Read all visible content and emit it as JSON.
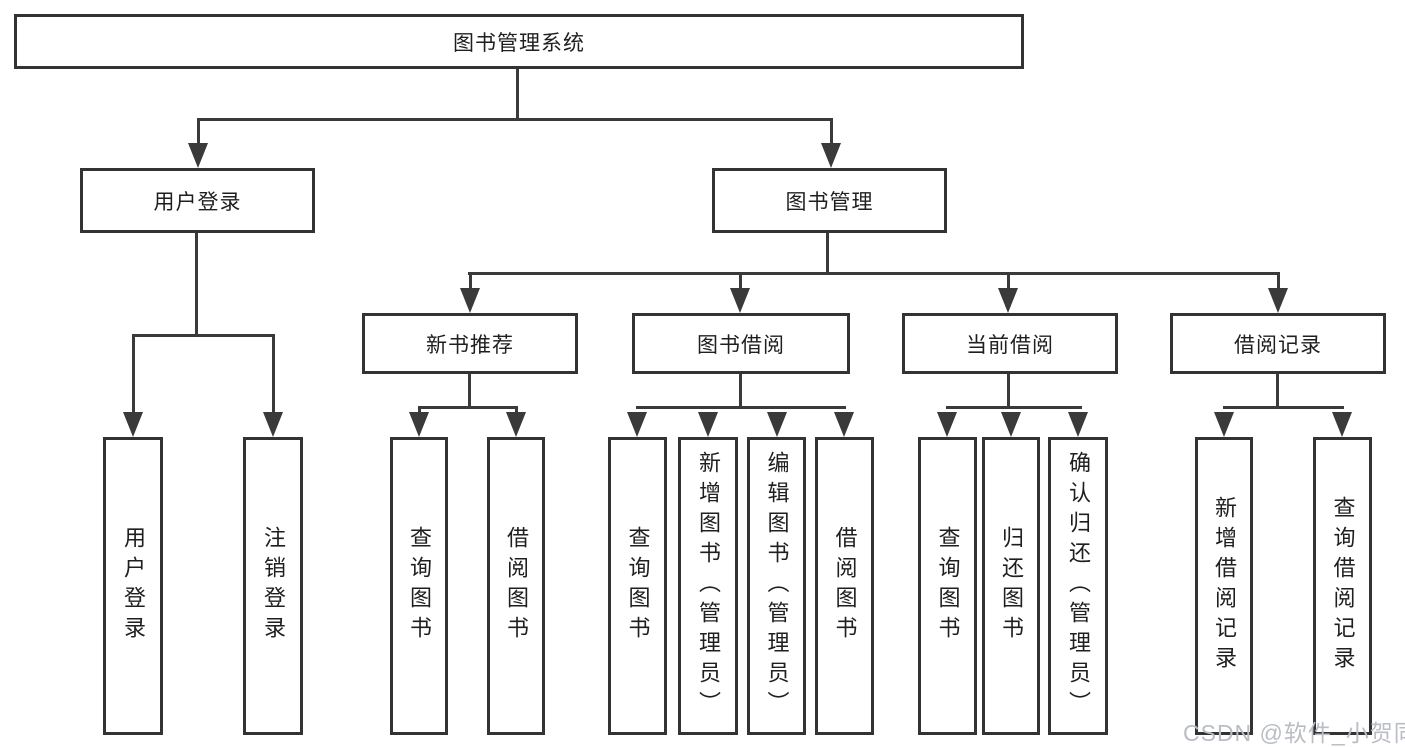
{
  "page": {
    "watermark": {
      "text": "CSDN @软件_小贺同学",
      "color": "#b9bdc4"
    },
    "colors": {
      "line": "#3a3a3a",
      "box_border": "#333333",
      "text": "#1f1f1f",
      "background": "#ffffff"
    }
  },
  "tree": {
    "root": {
      "label": "图书管理系统"
    },
    "user_login": {
      "label": "用户登录",
      "children": [
        {
          "label": "用户登录"
        },
        {
          "label": "注销登录"
        }
      ]
    },
    "book_management": {
      "label": "图书管理",
      "sections": [
        {
          "label": "新书推荐",
          "children": [
            {
              "label": "查询图书"
            },
            {
              "label": "借阅图书"
            }
          ]
        },
        {
          "label": "图书借阅",
          "children": [
            {
              "label": "查询图书"
            },
            {
              "label": "新增图书（管理员）"
            },
            {
              "label": "编辑图书（管理员）"
            },
            {
              "label": "借阅图书"
            }
          ]
        },
        {
          "label": "当前借阅",
          "children": [
            {
              "label": "查询图书"
            },
            {
              "label": "归还图书"
            },
            {
              "label": "确认归还（管理员）"
            }
          ]
        },
        {
          "label": "借阅记录",
          "children": [
            {
              "label": "新增借阅记录"
            },
            {
              "label": "查询借阅记录"
            }
          ]
        }
      ]
    }
  }
}
